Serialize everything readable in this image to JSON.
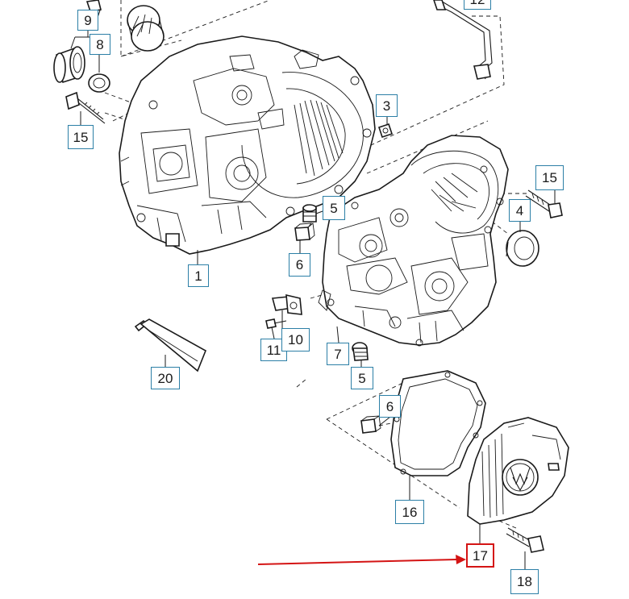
{
  "callouts": {
    "c1": "1",
    "c3": "3",
    "c4": "4",
    "c5a": "5",
    "c5b": "5",
    "c6a": "6",
    "c6b": "6",
    "c7": "7",
    "c8": "8",
    "c9": "9",
    "c10": "10",
    "c11": "11",
    "c12": "12",
    "c15a": "15",
    "c15b": "15",
    "c16": "16",
    "c17": "17",
    "c18": "18",
    "c20": "20"
  },
  "highlighted_callout": "17",
  "colors": {
    "callout_border": "#2c7fa6",
    "highlight": "#d41414",
    "line_art": "#1a1a1a"
  }
}
